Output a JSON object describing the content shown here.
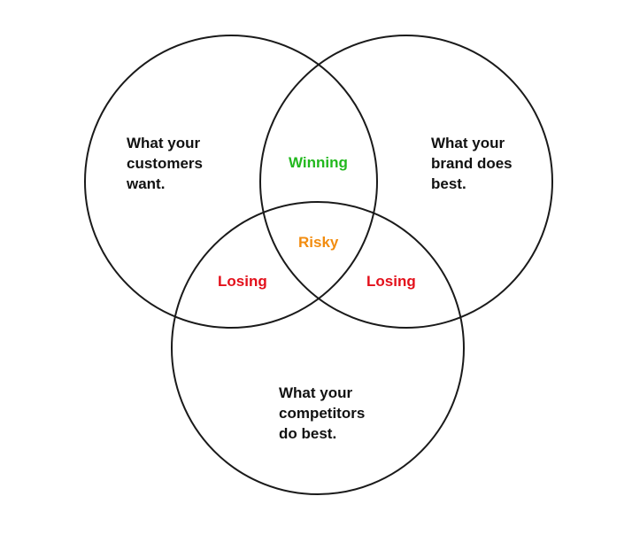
{
  "circles": [
    {
      "name": "customers-circle",
      "label": "What your\ncustomers\nwant."
    },
    {
      "name": "brand-circle",
      "label": "What your\nbrand does\nbest."
    },
    {
      "name": "competitors-circle",
      "label": "What your\ncompetitors\ndo best."
    }
  ],
  "regions": {
    "winning": "Winning",
    "risky": "Risky",
    "losing_left": "Losing",
    "losing_right": "Losing"
  },
  "colors": {
    "outline": "#1a1a1a",
    "winning": "#22b81e",
    "risky": "#f28c0f",
    "losing": "#e3101b",
    "text": "#111111"
  }
}
